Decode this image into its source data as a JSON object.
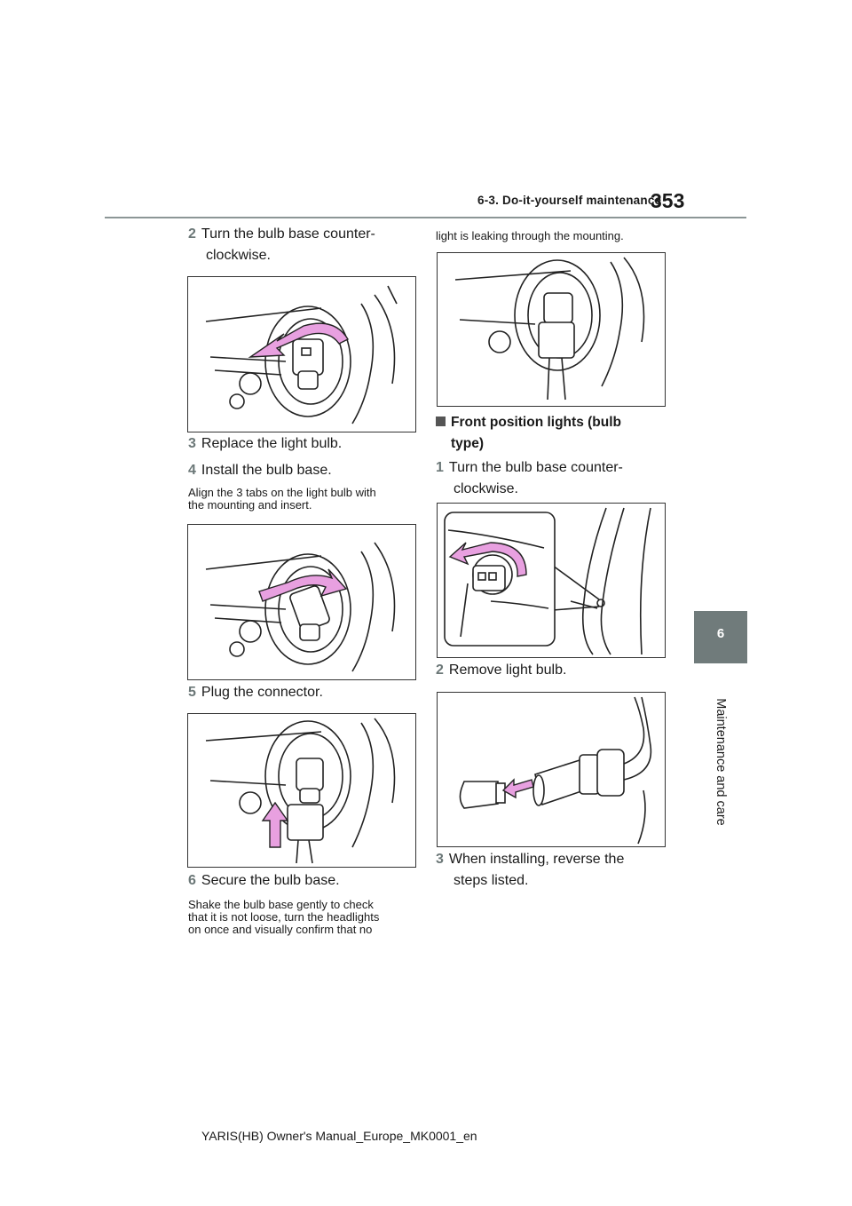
{
  "header": {
    "section": "6-3. Do-it-yourself maintenance",
    "page_number": "353"
  },
  "side_tab": {
    "number": "6",
    "label": "Maintenance and care"
  },
  "left_column": {
    "step2": {
      "num": "2",
      "text_line1": "Turn the bulb base counter-",
      "text_line2": "clockwise."
    },
    "step3": {
      "num": "3",
      "text": "Replace the light bulb."
    },
    "step4": {
      "num": "4",
      "text": "Install the bulb base."
    },
    "note4": {
      "line1": "Align the 3 tabs on the light bulb with",
      "line2": "the mounting and insert."
    },
    "step5": {
      "num": "5",
      "text": "Plug the connector."
    },
    "step6": {
      "num": "6",
      "text": "Secure the bulb base."
    },
    "note6": {
      "line1": "Shake the bulb base gently to check",
      "line2": "that it is not loose, turn the headlights",
      "line3": "on once and visually confirm that no"
    }
  },
  "right_column": {
    "note_cont": "light is leaking through the mounting.",
    "heading_line1": "Front position lights (bulb",
    "heading_line2": "type)",
    "step1": {
      "num": "1",
      "text_line1": "Turn the bulb base counter-",
      "text_line2": "clockwise."
    },
    "step2": {
      "num": "2",
      "text": "Remove light bulb."
    },
    "step3": {
      "num": "3",
      "text_line1": "When installing, reverse the",
      "text_line2": "steps listed."
    }
  },
  "footer": {
    "text": "YARIS(HB) Owner's Manual_Europe_MK0001_en"
  },
  "colors": {
    "accent_gray": "#707b7b",
    "arrow_pink": "#e8a0e0",
    "rule_gray": "#8c9696"
  }
}
